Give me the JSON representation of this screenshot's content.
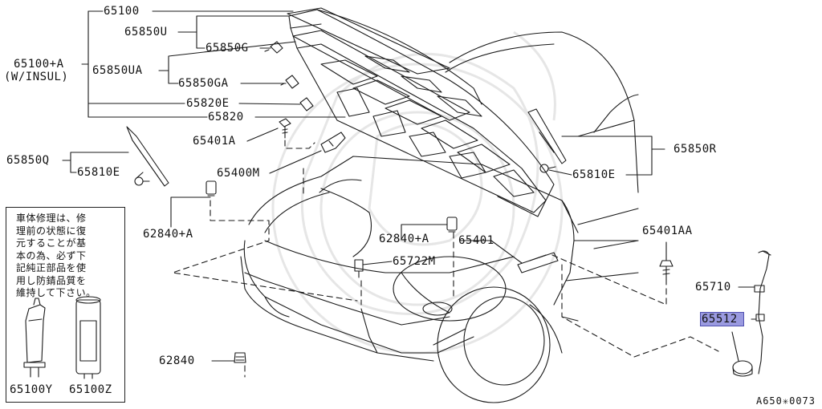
{
  "labels": {
    "p65100": "65100",
    "p65850U": "65850U",
    "p65850G": "65850G",
    "p65100A": "65100+A",
    "p_winsul": "(W/INSUL)",
    "p65850UA": "65850UA",
    "p65850GA": "65850GA",
    "p65820E": "65820E",
    "p65820": "65820",
    "p65401A": "65401A",
    "p65850Q": "65850Q",
    "p65810E_left": "65810E",
    "p65400M": "65400M",
    "p62840A_left": "62840+A",
    "p62840A_mid": "62840+A",
    "p65401": "65401",
    "p65722M": "65722M",
    "p65850R": "65850R",
    "p65810E_right": "65810E",
    "p65401AA": "65401AA",
    "p65710": "65710",
    "p65512": "65512",
    "p62840": "62840",
    "p65100Y": "65100Y",
    "p65100Z": "65100Z"
  },
  "note_lines": [
    "車体修理は、修",
    "理前の状態に復",
    "元することが基",
    "本の為、必ず下",
    "記純正部品を使",
    "用し防錆品質を",
    "維持して下さい。"
  ],
  "reference_code": "A650✳0073",
  "colors": {
    "line": "#1a1a1a",
    "highlight": "#9a9ae0",
    "watermark": "#e8e8e8"
  }
}
